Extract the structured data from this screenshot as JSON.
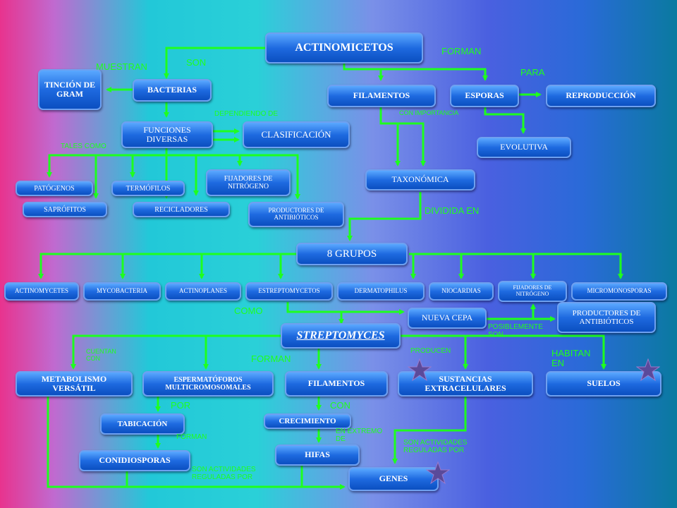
{
  "nodes": {
    "actinomicetos": "ACTINOMICETOS",
    "bacterias": "BACTERIAS",
    "tincion": "TINCIÓN DE GRAM",
    "filamentos_top": "FILAMENTOS",
    "esporas": "ESPORAS",
    "reproduccion": "REPRODUCCIÓN",
    "funciones": "FUNCIONES DIVERSAS",
    "clasificacion": "CLASIFICACIÓN",
    "evolutiva": "EVOLUTIVA",
    "taxonomica": "TAXONÓMICA",
    "patogenos": "PATÓGENOS",
    "termofilos": "TERMÓFILOS",
    "fijadores_top": "FIJADORES DE NITRÓGENO",
    "saprofitos": "SAPRÓFITOS",
    "recicladores": "RECICLADORES",
    "productores_top": "PRODUCTORES DE ANTIBIÓTICOS",
    "grupos": "8 GRUPOS",
    "actinomycetes": "ACTINOMYCETES",
    "mycobacteria": "MYCOBACTERIA",
    "actinoplanes": "ACTINOPLANES",
    "estreptomycetos": "ESTREPTOMYCETOS",
    "dermatophilus": "DERMATOPHILUS",
    "niocardias": "NIOCARDIAS",
    "fijadores_mid": "FIJADORES DE NITRÓGENO",
    "micromonosporas": "MICROMONOSPORAS",
    "nueva_cepa": "NUEVA CEPA",
    "productores_mid": "PRODUCTORES DE ANTIBIÓTICOS",
    "streptomyces": "STREPTOMYCES",
    "metabolismo": "METABOLISMO VERSÁTIL",
    "espermatoforos": "ESPERMATÓFOROS MULTICROMOSOMALES",
    "filamentos_bottom": "FILAMENTOS",
    "sustancias": "SUSTANCIAS EXTRACELULARES",
    "suelos": "SUELOS",
    "tabicacion": "TABICACIÓN",
    "crecimiento": "CRECIMIENTO",
    "conidiosporas": "CONIDIOSPORAS",
    "hifas": "HIFAS",
    "genes": "GENES"
  },
  "labels": {
    "son": "SON",
    "muestran": "MUESTRAN",
    "forman_top": "FORMAN",
    "para": "PARA",
    "dependiendo": "DEPENDIENDO DE",
    "con_importancia": "CON IMPORTANCIA",
    "tales_como": "TALES COMO",
    "dividida_en": "DIVIDIDA EN",
    "como": "COMO",
    "posiblemente_son": "POSIBLEMENTE SON",
    "cuentan_con": "CUENTAN CON",
    "forman_mid": "FORMAN",
    "producen": "PRODUCEN",
    "habitan_en": "HABITAN EN",
    "por": "POR",
    "con": "CON",
    "forman_low": "FORMAN",
    "en_extremo_de": "EN EXTREMO DE",
    "son_actividades_right": "SON ACTIVIDADES REGULADAS POR",
    "son_actividades_left": "SON ACTIVIDADES REGULADAS POR"
  },
  "colors": {
    "connector": "#1eff1e",
    "label": "#1eff1e",
    "node": "#1e6ae0",
    "star": "#5a4a9a"
  }
}
